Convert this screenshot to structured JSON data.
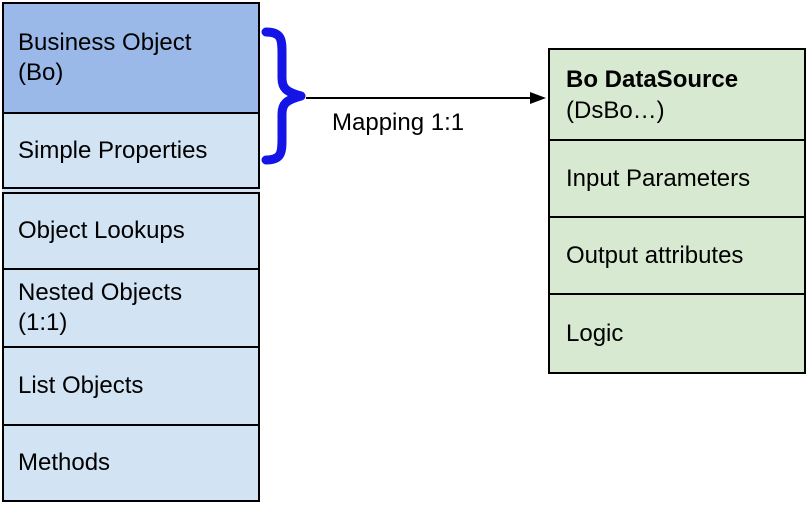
{
  "left_table": {
    "rows": [
      {
        "line1": "Business Object",
        "line2": "(Bo)"
      },
      {
        "line1": "Simple Properties"
      },
      {
        "line1": "Object Lookups"
      },
      {
        "line1": "Nested Objects",
        "line2": "(1:1)"
      },
      {
        "line1": "List Objects"
      },
      {
        "line1": "Methods"
      }
    ]
  },
  "right_table": {
    "title_line1": "Bo DataSource",
    "title_line2": "(DsBo…)",
    "rows": [
      {
        "line1": "Input Parameters"
      },
      {
        "line1": "Output attributes"
      },
      {
        "line1": "Logic"
      }
    ]
  },
  "connector": {
    "label": "Mapping 1:1"
  },
  "colors": {
    "header_blue": "#9BB9E8",
    "row_blue": "#D2E3F3",
    "row_green": "#D8E9D2",
    "brace_blue": "#1414E6",
    "border_black": "#000000",
    "arrow_black": "#000000"
  }
}
